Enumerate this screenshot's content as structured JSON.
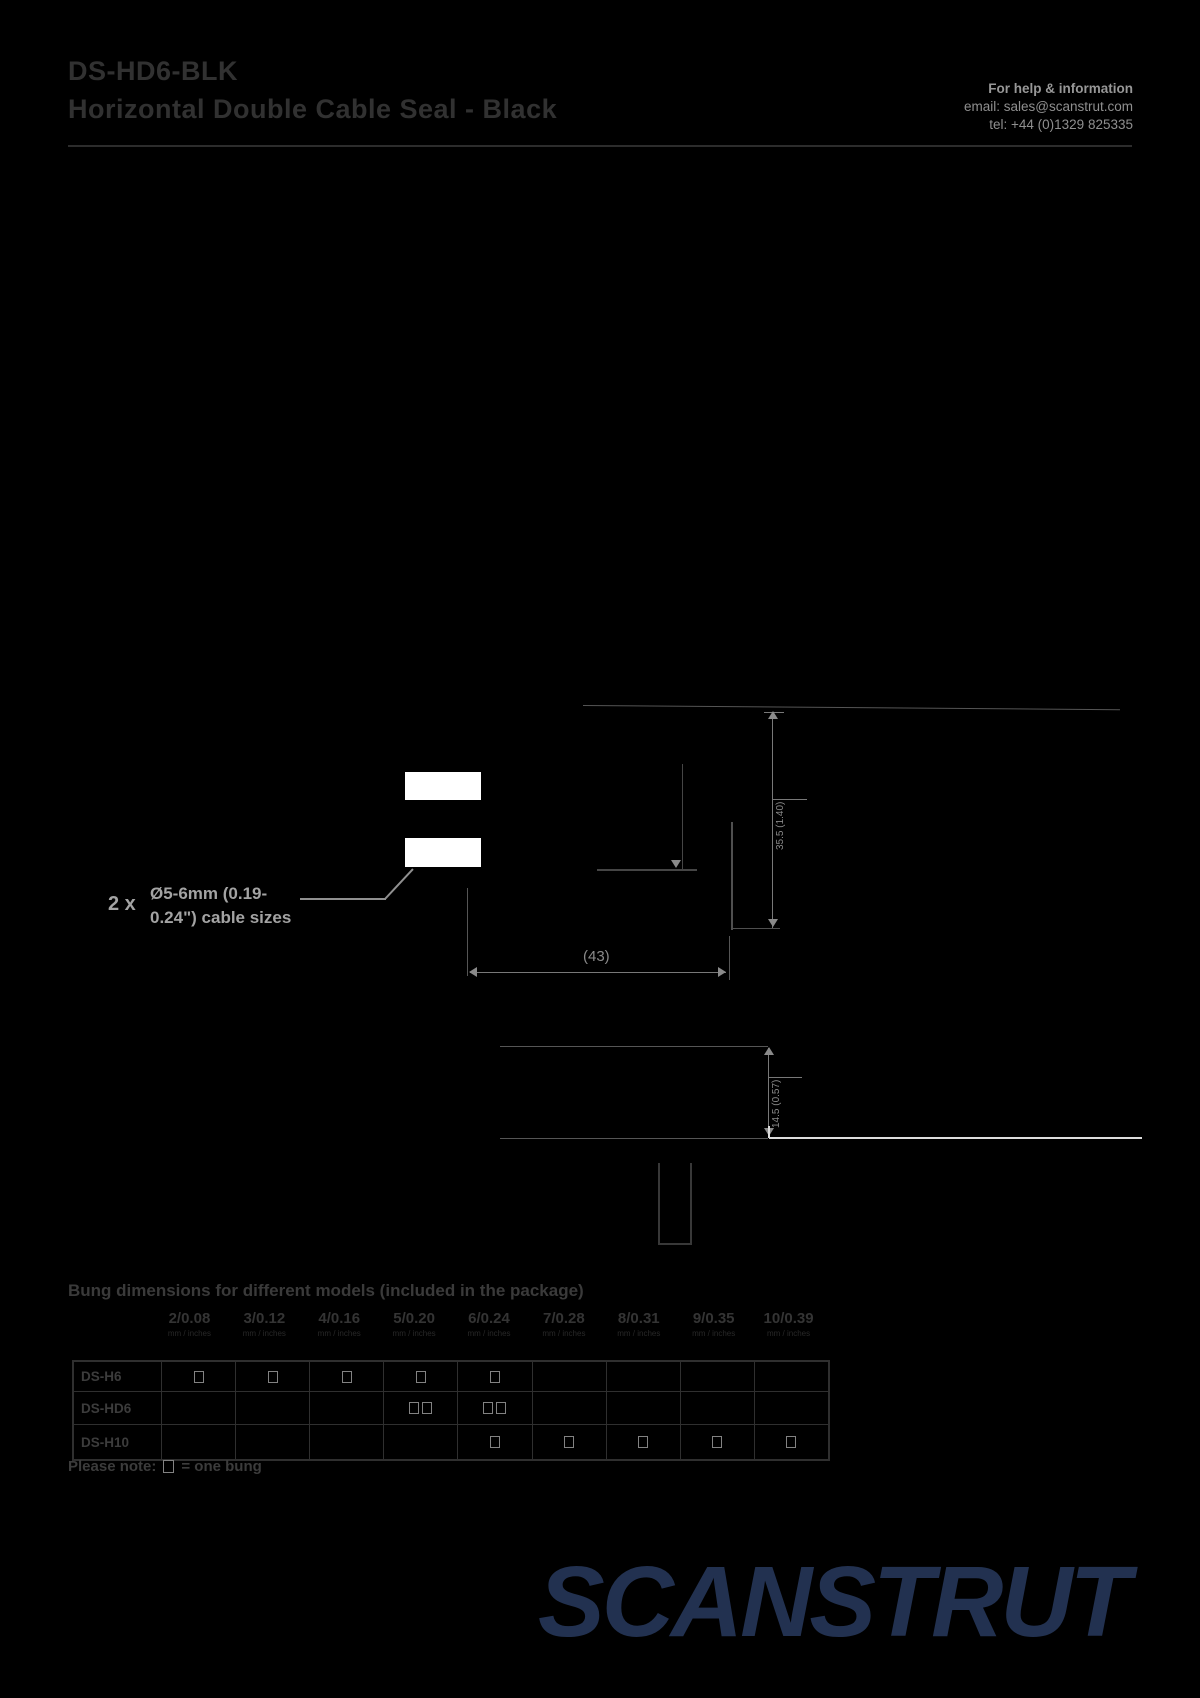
{
  "header": {
    "product_code": "DS-HD6-BLK",
    "product_name": "Horizontal Double Cable Seal - Black",
    "help_title": "For help & information",
    "help_email": "email: sales@scanstrut.com",
    "help_tel": "tel: +44 (0)1329 825335"
  },
  "drawing": {
    "cable_note_prefix": "2 x",
    "cable_note_line1": "Ø5-6mm (0.19-",
    "cable_note_line2": "0.24\") cable sizes",
    "dim_width": "(43)",
    "dim_height_mm": "35.5",
    "dim_height_in": "(1.40)",
    "dim_depth_mm": "14.5",
    "dim_depth_in": "(0.57)"
  },
  "table": {
    "title": "Bung dimensions for different models (included in the package)",
    "size_headers": [
      {
        "label": "2/0.08",
        "sub": "mm / inches"
      },
      {
        "label": "3/0.12",
        "sub": "mm / inches"
      },
      {
        "label": "4/0.16",
        "sub": "mm / inches"
      },
      {
        "label": "5/0.20",
        "sub": "mm / inches"
      },
      {
        "label": "6/0.24",
        "sub": "mm / inches"
      },
      {
        "label": "7/0.28",
        "sub": "mm / inches"
      },
      {
        "label": "8/0.31",
        "sub": "mm / inches"
      },
      {
        "label": "9/0.35",
        "sub": "mm / inches"
      },
      {
        "label": "10/0.39",
        "sub": "mm / inches"
      }
    ],
    "rows": [
      {
        "model": "DS-H6",
        "bungs": [
          1,
          1,
          1,
          1,
          1,
          0,
          0,
          0,
          0
        ]
      },
      {
        "model": "DS-HD6",
        "bungs": [
          0,
          0,
          0,
          2,
          2,
          0,
          0,
          0,
          0
        ]
      },
      {
        "model": "DS-H10",
        "bungs": [
          0,
          0,
          0,
          0,
          1,
          1,
          1,
          1,
          1
        ]
      }
    ],
    "note_prefix": "Please note:",
    "note_suffix": "= one bung"
  },
  "footer": {
    "logo": "SCANSTRUT"
  },
  "colors": {
    "background": "#000000",
    "logo_navy": "#223150",
    "bung_face_white": "#ffffff",
    "dim_line_gray": "#787878",
    "text_gray": "#3a3a3a"
  }
}
